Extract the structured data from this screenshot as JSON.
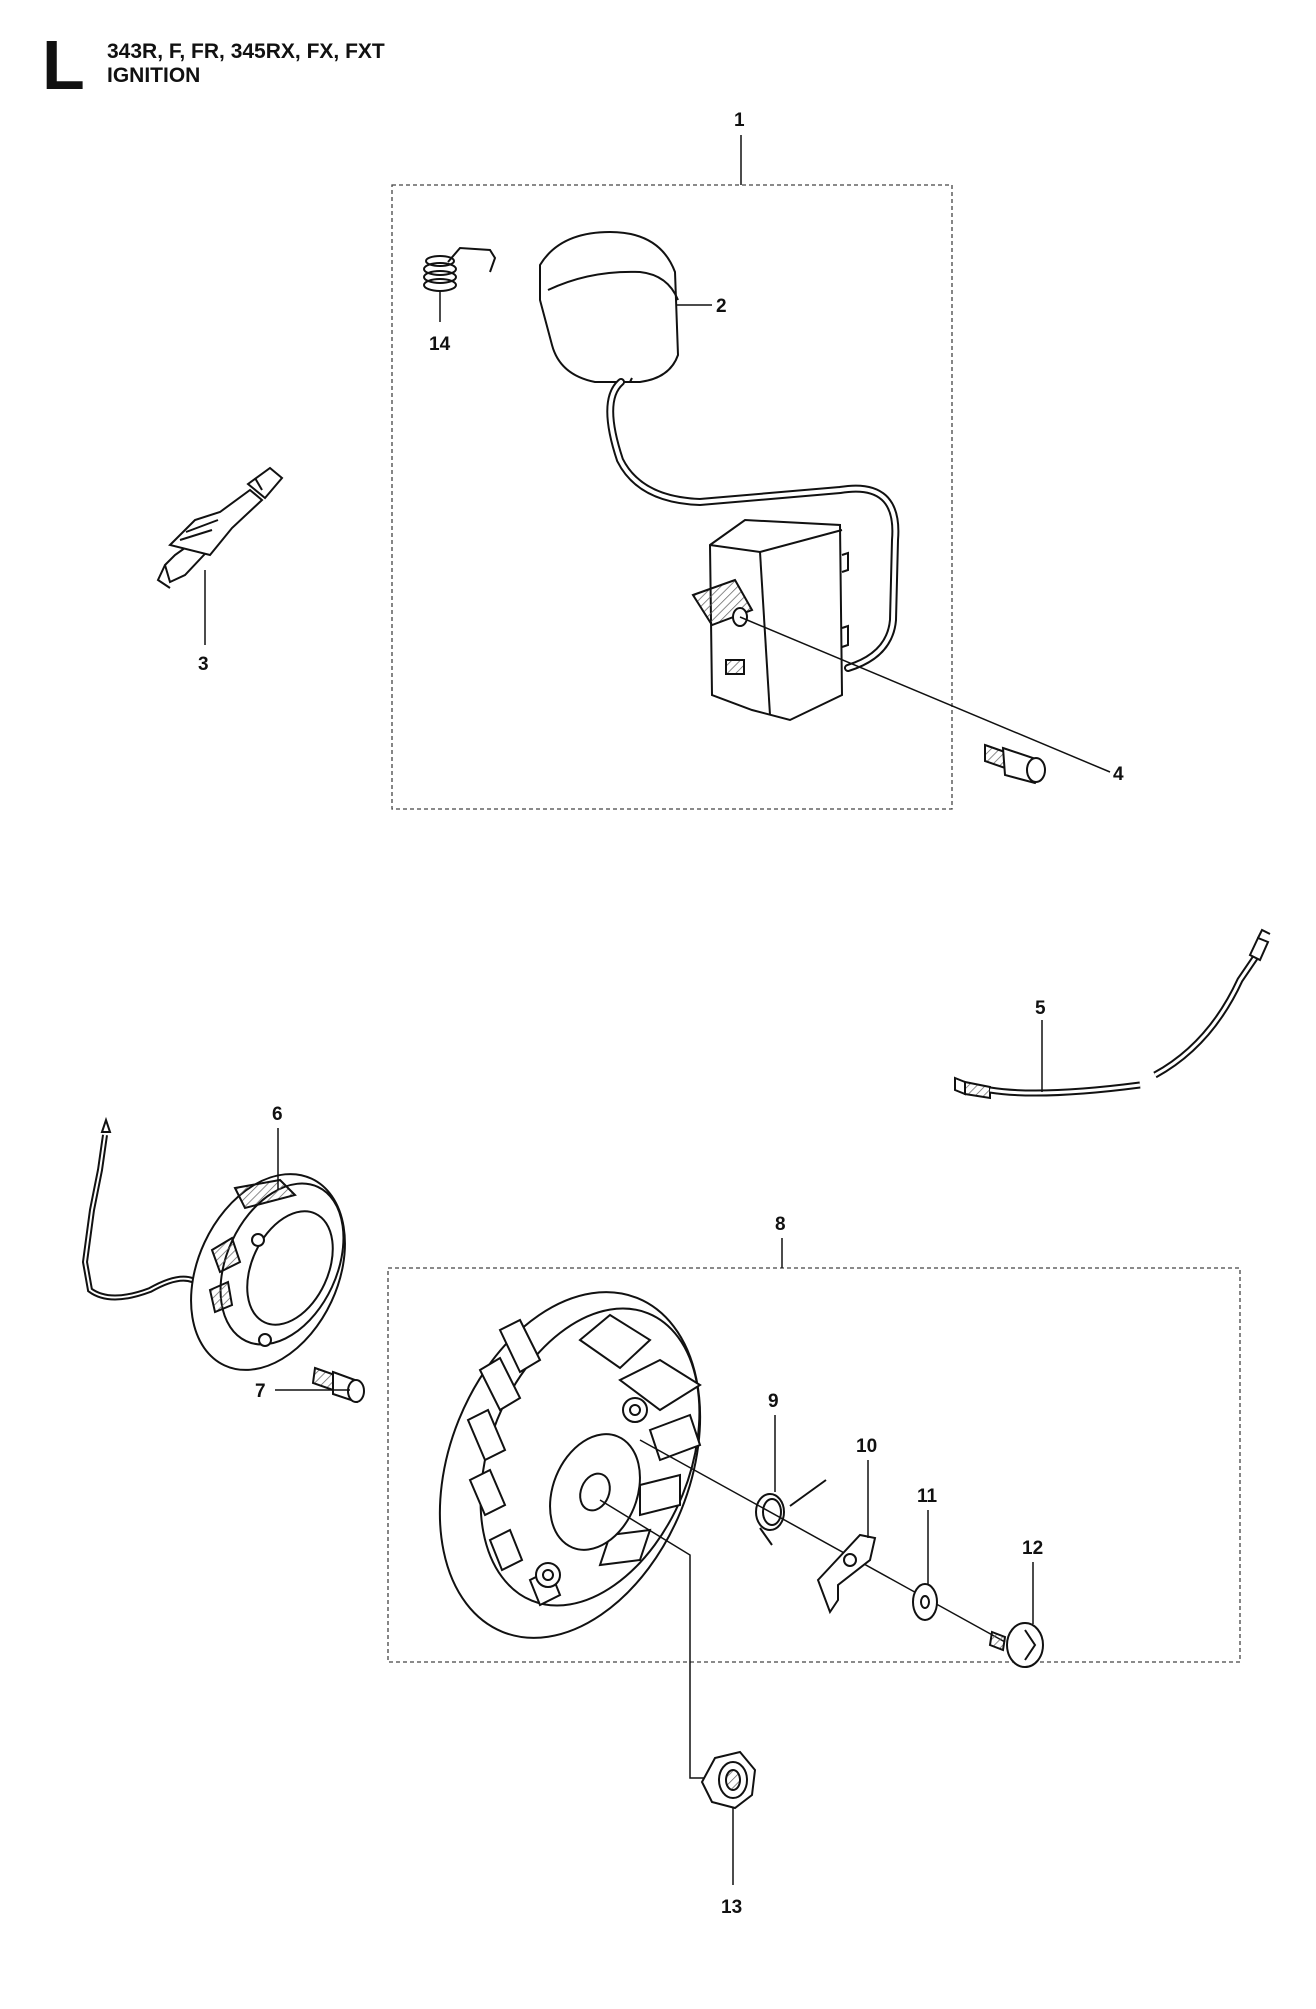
{
  "header": {
    "section": "L",
    "models": "343R, F, FR, 345RX, FX, FXT",
    "title": "IGNITION"
  },
  "callouts": [
    "1",
    "2",
    "3",
    "4",
    "5",
    "6",
    "7",
    "8",
    "9",
    "10",
    "11",
    "12",
    "13",
    "14"
  ]
}
